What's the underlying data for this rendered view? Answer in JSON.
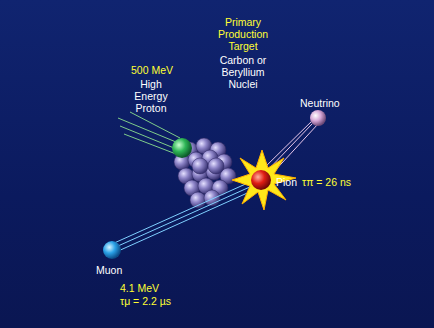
{
  "diagram": {
    "labels": [
      "500 MeV",
      "High Energy Proton",
      "Primary Production Target",
      "Carbon or Beryllium Nuclei",
      "Neutrino",
      "Pion",
      "τπ = 26 ns",
      "Muon",
      "4.1 MeV",
      "τμ = 2.2 µs"
    ]
  }
}
